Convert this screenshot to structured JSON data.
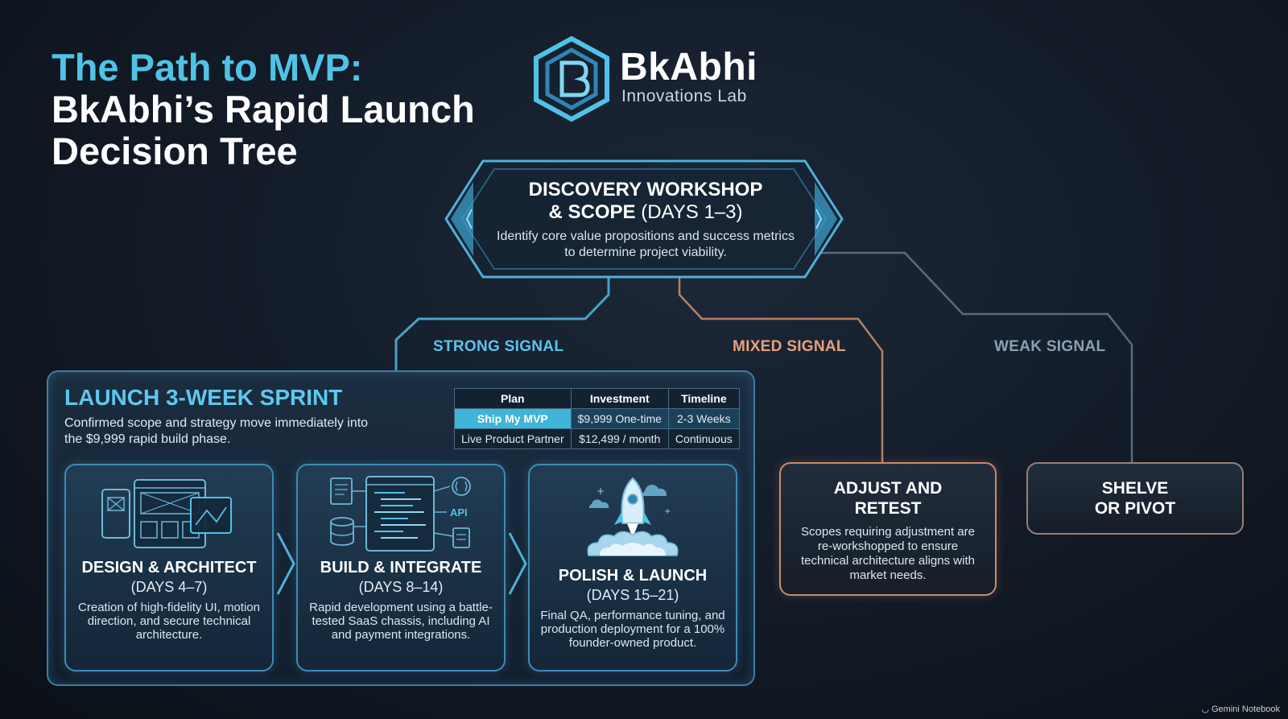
{
  "title": {
    "line1": "The Path to MVP:",
    "line2": "BkAbhi’s Rapid Launch",
    "line3": "Decision Tree"
  },
  "logo": {
    "name": "BkAbhi",
    "subtitle": "Innovations Lab",
    "icon": "hexagon-b-logo-icon"
  },
  "discovery": {
    "title_line1": "DISCOVERY WORKSHOP",
    "title_line2": "& SCOPE",
    "days": "(DAYS 1–3)",
    "description": "Identify core value propositions and success metrics to determine project viability."
  },
  "signals": {
    "strong": "STRONG SIGNAL",
    "mixed": "MIXED SIGNAL",
    "weak": "WEAK SIGNAL"
  },
  "sprint": {
    "title": "LAUNCH 3-WEEK SPRINT",
    "description": "Confirmed scope and strategy move immediately into the $9,999 rapid build phase.",
    "table": {
      "headers": [
        "Plan",
        "Investment",
        "Timeline"
      ],
      "rows": [
        [
          "Ship My MVP",
          "$9,999 One-time",
          "2-3 Weeks"
        ],
        [
          "Live Product Partner",
          "$12,499 / month",
          "Continuous"
        ]
      ]
    },
    "steps": [
      {
        "title": "DESIGN & ARCHITECT",
        "days": "(DAYS 4–7)",
        "description": "Creation of high-fidelity UI, motion direction, and secure technical architecture.",
        "icon": "wireframe-screens-icon"
      },
      {
        "title": "BUILD & INTEGRATE",
        "days": "(DAYS 8–14)",
        "description": "Rapid development using a battle-tested SaaS chassis, including AI and payment integrations.",
        "icon": "code-api-icon",
        "icon_label": "API"
      },
      {
        "title": "POLISH & LAUNCH",
        "days": "(DAYS 15–21)",
        "description": "Final QA, performance tuning, and production deployment for a 100% founder-owned product.",
        "icon": "rocket-launch-icon"
      }
    ]
  },
  "adjust": {
    "title_line1": "ADJUST AND",
    "title_line2": "RETEST",
    "description": "Scopes requiring adjustment are re-workshopped to ensure technical architecture aligns with market needs."
  },
  "shelve": {
    "title_line1": "SHELVE",
    "title_line2": "OR PIVOT"
  },
  "brand": "Gemini Notebook",
  "colors": {
    "strong": "#5ec3e8",
    "mixed": "#e8a07e",
    "weak": "#8aa0b4",
    "accent": "#4fc3e6"
  }
}
